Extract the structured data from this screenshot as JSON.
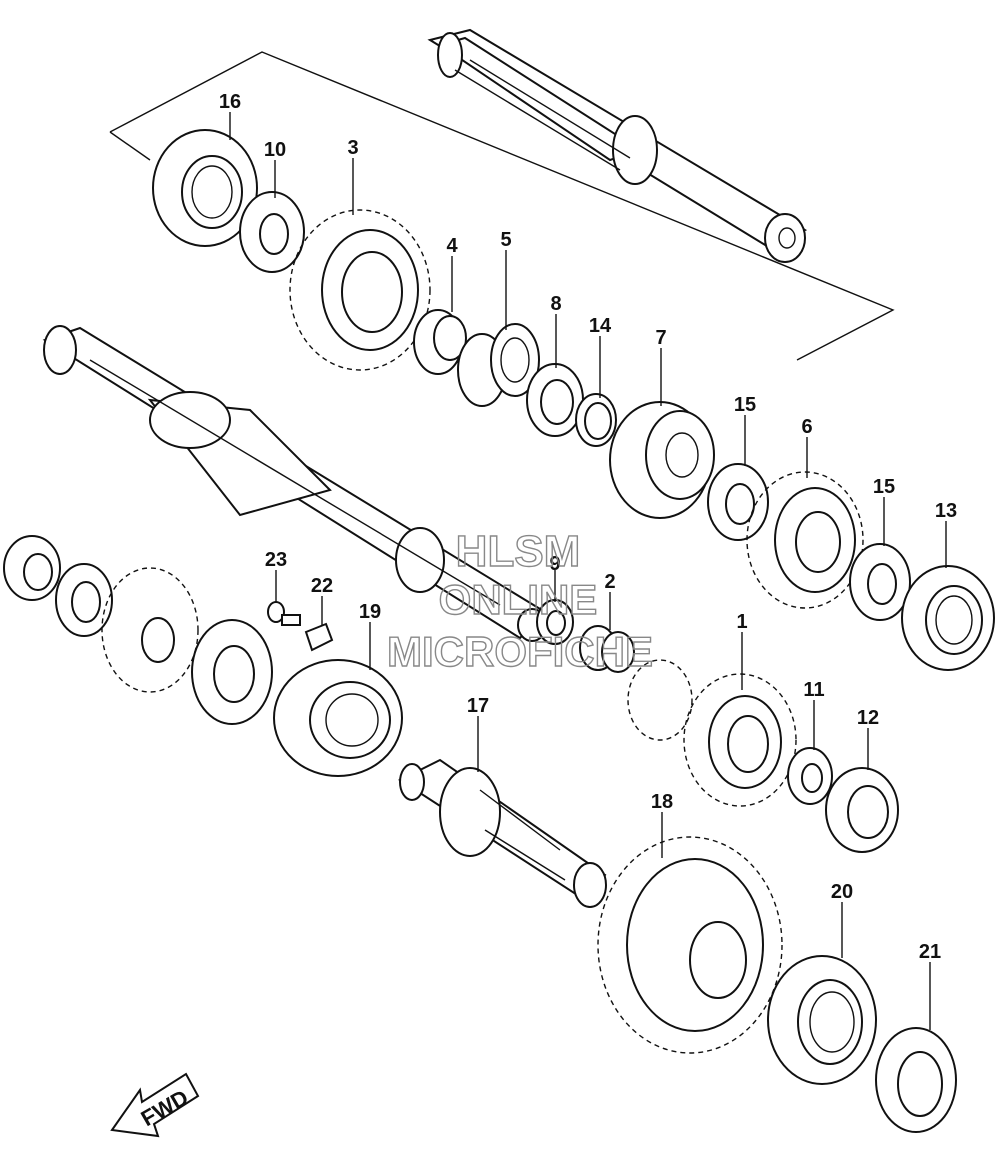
{
  "callouts": [
    {
      "id": "c1",
      "label": "1"
    },
    {
      "id": "c2",
      "label": "2"
    },
    {
      "id": "c3",
      "label": "3"
    },
    {
      "id": "c4",
      "label": "4"
    },
    {
      "id": "c5",
      "label": "5"
    },
    {
      "id": "c6",
      "label": "6"
    },
    {
      "id": "c7",
      "label": "7"
    },
    {
      "id": "c8",
      "label": "8"
    },
    {
      "id": "c9",
      "label": "9"
    },
    {
      "id": "c10",
      "label": "10"
    },
    {
      "id": "c11",
      "label": "11"
    },
    {
      "id": "c12",
      "label": "12"
    },
    {
      "id": "c13",
      "label": "13"
    },
    {
      "id": "c14",
      "label": "14"
    },
    {
      "id": "c15a",
      "label": "15"
    },
    {
      "id": "c15b",
      "label": "15"
    },
    {
      "id": "c16",
      "label": "16"
    },
    {
      "id": "c17",
      "label": "17"
    },
    {
      "id": "c18",
      "label": "18"
    },
    {
      "id": "c19",
      "label": "19"
    },
    {
      "id": "c20",
      "label": "20"
    },
    {
      "id": "c21",
      "label": "21"
    },
    {
      "id": "c22",
      "label": "22"
    },
    {
      "id": "c23",
      "label": "23"
    }
  ],
  "watermark": {
    "line1": "HLSM",
    "line2": "ONLINE",
    "line3": "MICROFICHE"
  },
  "direction_arrow": {
    "label": "FWD"
  }
}
